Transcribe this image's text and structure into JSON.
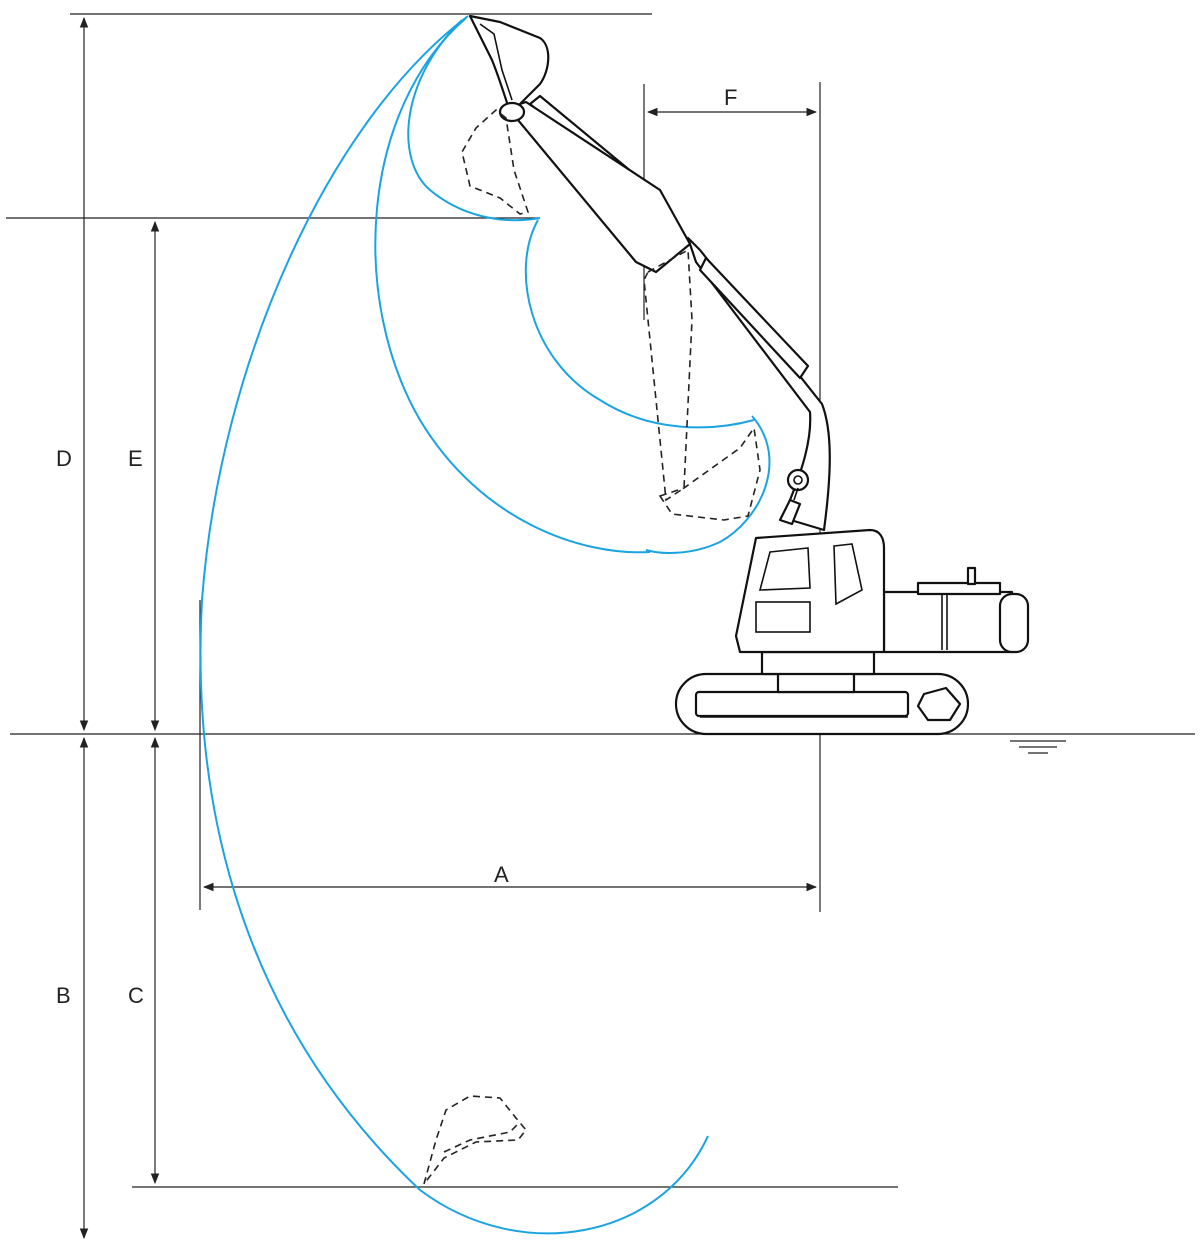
{
  "diagram": {
    "dimensions": {
      "A": "A",
      "B": "B",
      "C": "C",
      "D": "D",
      "E": "E",
      "F": "F"
    },
    "colors": {
      "envelope": "#1aa3e0",
      "linework": "#111111",
      "background": "#ffffff"
    }
  }
}
